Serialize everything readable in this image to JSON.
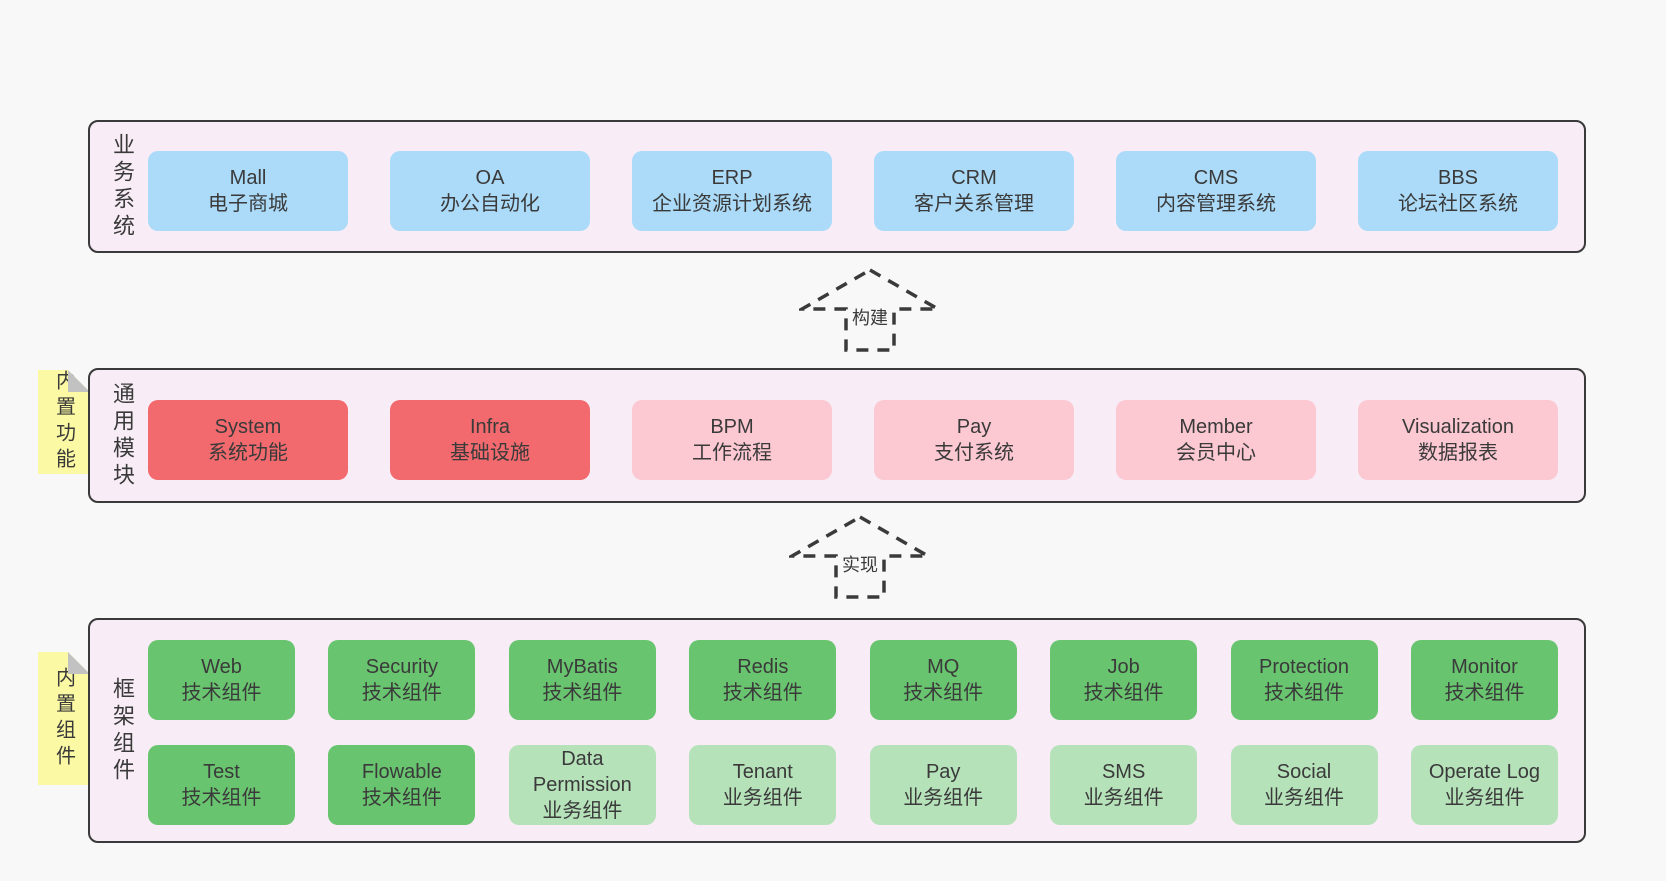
{
  "colors": {
    "page_bg": "#f8f8f8",
    "container_bg": "#f8edf6",
    "container_border": "#3a3a3a",
    "blue": "#abdbf8",
    "red": "#f26a6e",
    "pink": "#fcc8d2",
    "green": "#69c46f",
    "light_green": "#b6e2ba",
    "tag_bg": "#fbf9a3",
    "tag_fold": "#c2c2c2",
    "text": "#3a3a3a"
  },
  "arrows": [
    {
      "label": "构建"
    },
    {
      "label": "实现"
    }
  ],
  "sections": [
    {
      "label": "业务系统",
      "tag": null,
      "rows": [
        [
          {
            "title": "Mall",
            "subtitle": "电子商城",
            "variant": "blue"
          },
          {
            "title": "OA",
            "subtitle": "办公自动化",
            "variant": "blue"
          },
          {
            "title": "ERP",
            "subtitle": "企业资源计划系统",
            "variant": "blue"
          },
          {
            "title": "CRM",
            "subtitle": "客户关系管理",
            "variant": "blue"
          },
          {
            "title": "CMS",
            "subtitle": "内容管理系统",
            "variant": "blue"
          },
          {
            "title": "BBS",
            "subtitle": "论坛社区系统",
            "variant": "blue"
          }
        ]
      ]
    },
    {
      "label": "通用模块",
      "tag": "内置功能",
      "rows": [
        [
          {
            "title": "System",
            "subtitle": "系统功能",
            "variant": "red"
          },
          {
            "title": "Infra",
            "subtitle": "基础设施",
            "variant": "red"
          },
          {
            "title": "BPM",
            "subtitle": "工作流程",
            "variant": "pink"
          },
          {
            "title": "Pay",
            "subtitle": "支付系统",
            "variant": "pink"
          },
          {
            "title": "Member",
            "subtitle": "会员中心",
            "variant": "pink"
          },
          {
            "title": "Visualization",
            "subtitle": "数据报表",
            "variant": "pink"
          }
        ]
      ]
    },
    {
      "label": "框架组件",
      "tag": "内置组件",
      "rows": [
        [
          {
            "title": "Web",
            "subtitle": "技术组件",
            "variant": "green"
          },
          {
            "title": "Security",
            "subtitle": "技术组件",
            "variant": "green"
          },
          {
            "title": "MyBatis",
            "subtitle": "技术组件",
            "variant": "green"
          },
          {
            "title": "Redis",
            "subtitle": "技术组件",
            "variant": "green"
          },
          {
            "title": "MQ",
            "subtitle": "技术组件",
            "variant": "green"
          },
          {
            "title": "Job",
            "subtitle": "技术组件",
            "variant": "green"
          },
          {
            "title": "Protection",
            "subtitle": "技术组件",
            "variant": "green"
          },
          {
            "title": "Monitor",
            "subtitle": "技术组件",
            "variant": "green"
          }
        ],
        [
          {
            "title": "Test",
            "subtitle": "技术组件",
            "variant": "green"
          },
          {
            "title": "Flowable",
            "subtitle": "技术组件",
            "variant": "green"
          },
          {
            "title": "Data Permission",
            "subtitle": "业务组件",
            "variant": "light_green"
          },
          {
            "title": "Tenant",
            "subtitle": "业务组件",
            "variant": "light_green"
          },
          {
            "title": "Pay",
            "subtitle": "业务组件",
            "variant": "light_green"
          },
          {
            "title": "SMS",
            "subtitle": "业务组件",
            "variant": "light_green"
          },
          {
            "title": "Social",
            "subtitle": "业务组件",
            "variant": "light_green"
          },
          {
            "title": "Operate Log",
            "subtitle": "业务组件",
            "variant": "light_green"
          }
        ]
      ]
    }
  ]
}
